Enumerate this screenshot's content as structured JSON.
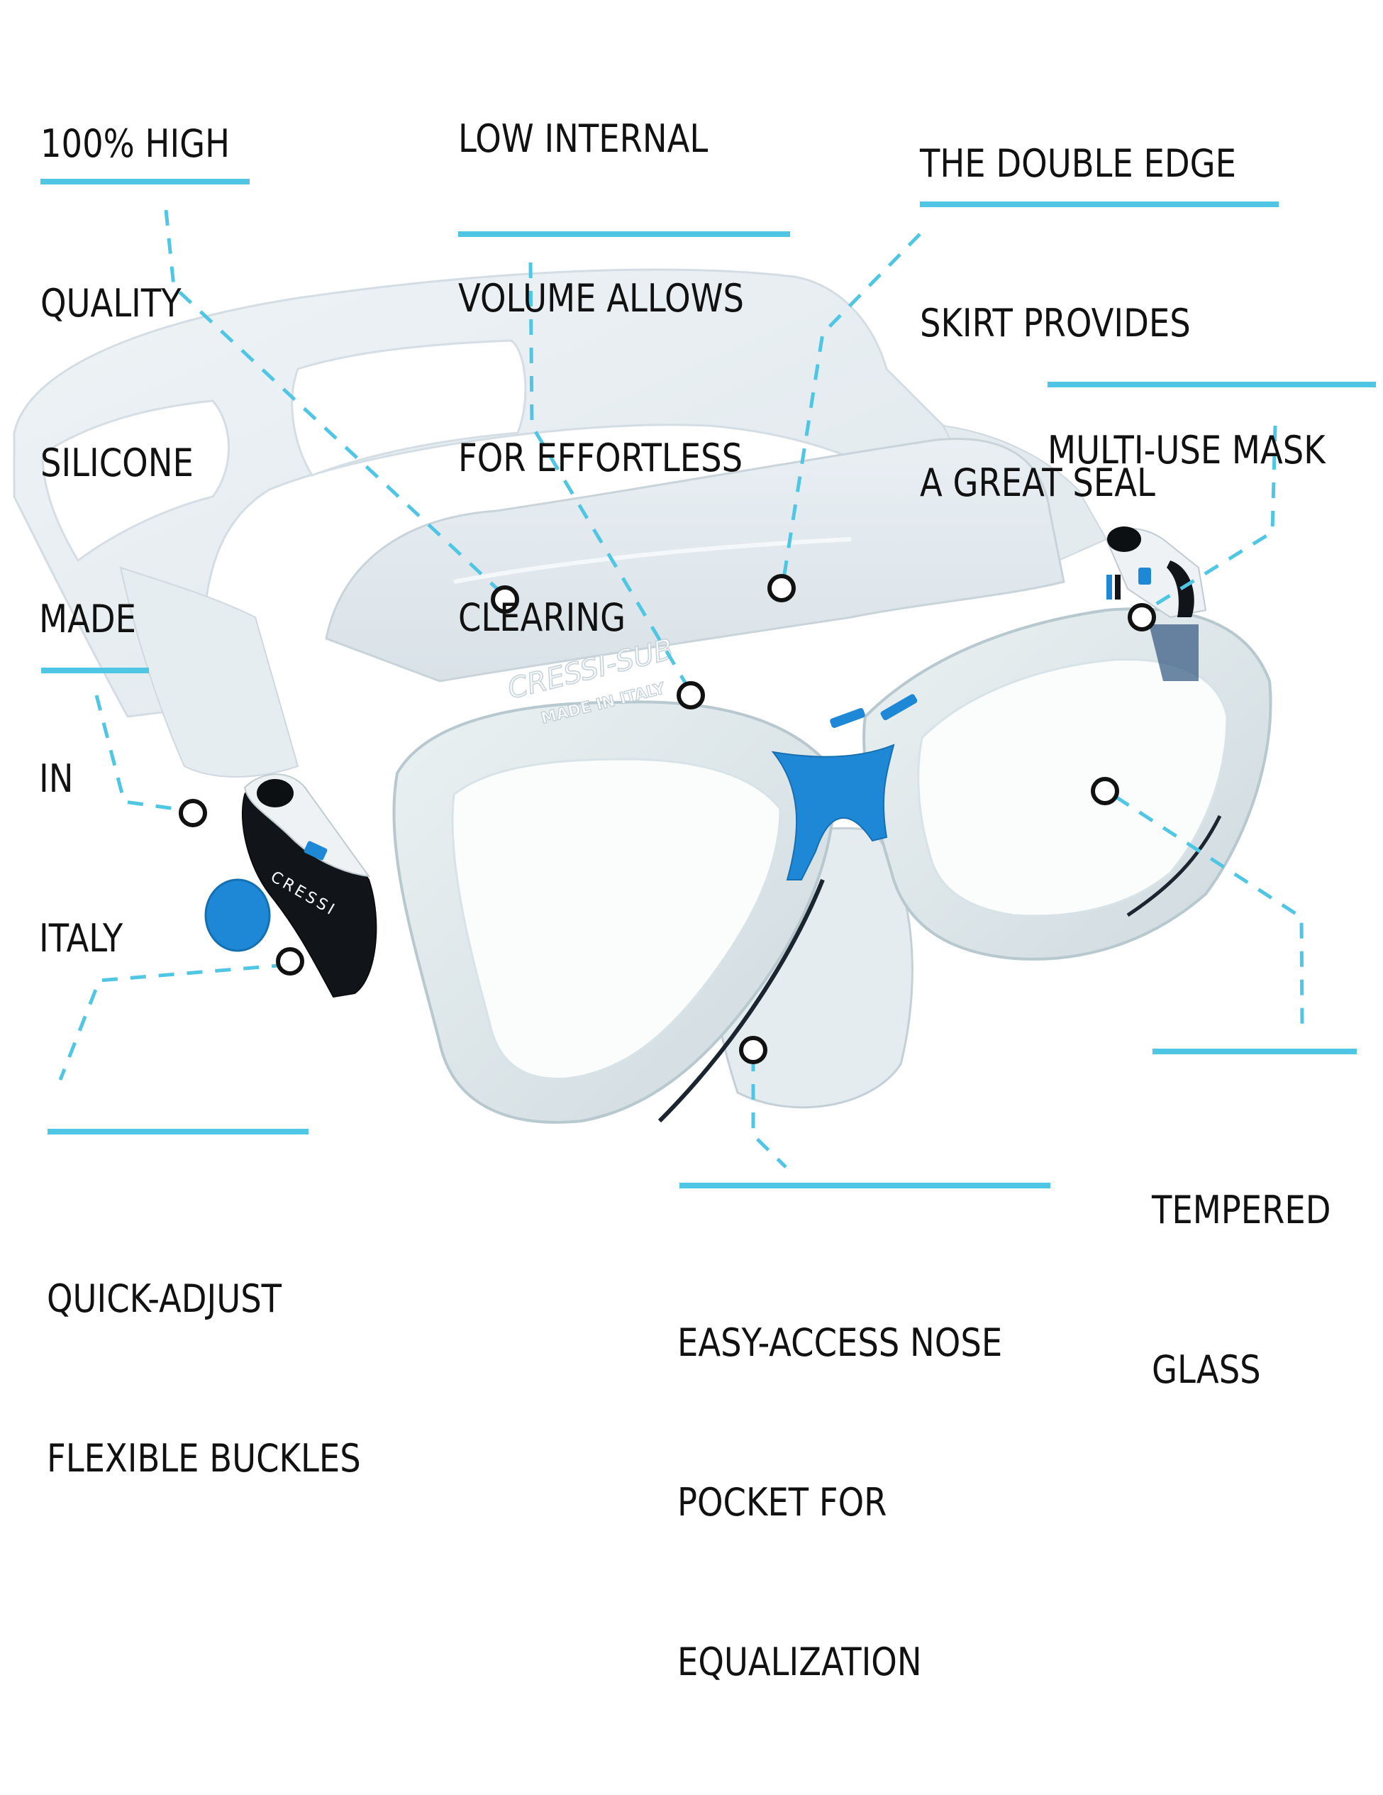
{
  "theme": {
    "accent_line": "#4fc6e3",
    "text_color": "#111111",
    "background": "#ffffff",
    "brand_blue": "#1e88d6",
    "marker_ring": "#111111"
  },
  "product": {
    "brand_mark": "CRESSI",
    "frame_stamp_logo": "CRESSI-SUB",
    "frame_stamp_text": "MADE IN ITALY"
  },
  "callouts": [
    {
      "id": "silicone",
      "lines": [
        "100% HIGH",
        "QUALITY",
        "SILICONE"
      ]
    },
    {
      "id": "low-volume",
      "lines": [
        "LOW INTERNAL",
        "VOLUME ALLOWS",
        "FOR EFFORTLESS",
        "CLEARING"
      ]
    },
    {
      "id": "double-edge-skirt",
      "lines": [
        "THE DOUBLE EDGE",
        "SKIRT PROVIDES",
        "A GREAT SEAL"
      ]
    },
    {
      "id": "multi-use",
      "lines": [
        "MULTI-USE MASK"
      ]
    },
    {
      "id": "made-in-italy",
      "lines": [
        "MADE",
        "IN",
        "ITALY"
      ]
    },
    {
      "id": "tempered-glass",
      "lines": [
        "TEMPERED",
        "GLASS"
      ]
    },
    {
      "id": "buckles",
      "lines": [
        "QUICK-ADJUST",
        "FLEXIBLE BUCKLES"
      ]
    },
    {
      "id": "nose-pocket",
      "lines": [
        "EASY-ACCESS NOSE",
        "POCKET FOR",
        "EQUALIZATION"
      ]
    }
  ]
}
